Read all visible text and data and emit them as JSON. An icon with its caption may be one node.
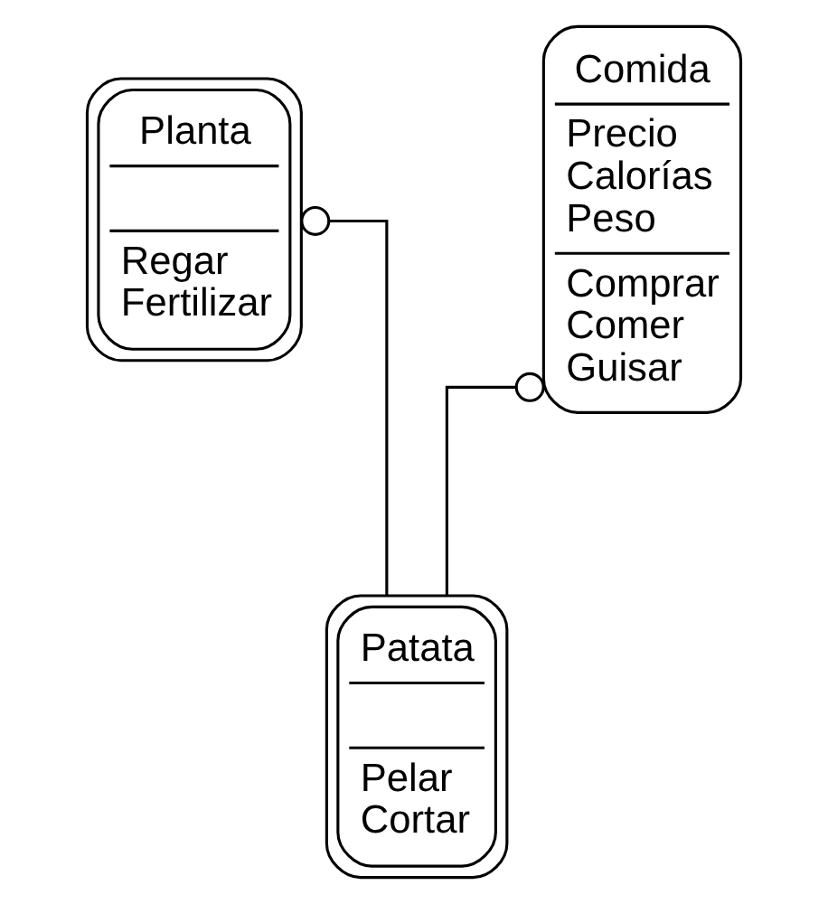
{
  "diagram": {
    "nodes": [
      {
        "text": [
          "Planta",
          "Regar Fertilizar"
        ]
      },
      {
        "text": [
          "Comida",
          "Precio Calorías Peso",
          "Comprar Comer Guisar"
        ]
      },
      {
        "text": [
          "Patata",
          "Pelar Cortar"
        ]
      }
    ],
    "edges": [
      {
        "from": 2,
        "to": 0,
        "arrow": "other"
      },
      {
        "from": 2,
        "to": 1,
        "arrow": "other"
      }
    ]
  }
}
